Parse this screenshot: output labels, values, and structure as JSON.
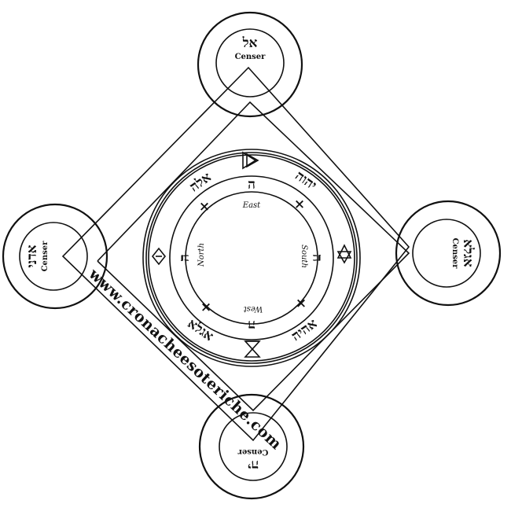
{
  "censers": {
    "top": {
      "hebrew": "אל",
      "label": "Censer"
    },
    "left": {
      "hebrew": "אדני",
      "label": "Censer"
    },
    "right": {
      "hebrew": "אגלא",
      "label": "Censer"
    },
    "bottom": {
      "hebrew": "יה",
      "label": "Censer"
    }
  },
  "circle": {
    "names": {
      "upper_left": "אלה",
      "upper_right": "יהוה",
      "lower_left": "אגלא",
      "lower_right": "אהיה"
    },
    "directions": {
      "east": "East",
      "south": "South",
      "west": "West",
      "north": "North"
    },
    "letter": "ה",
    "cross": "×"
  },
  "watermark": "www.cronacheesoteriche.com"
}
